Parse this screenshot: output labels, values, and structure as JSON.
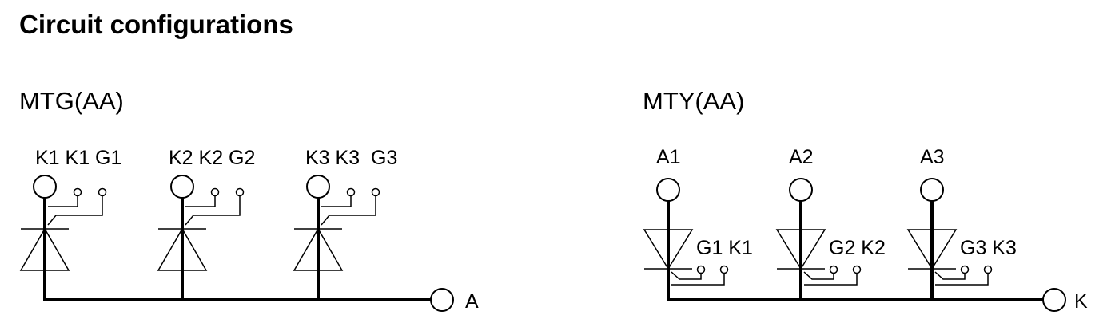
{
  "heading": "Circuit configurations",
  "colors": {
    "ink": "#000000",
    "background": "#ffffff"
  },
  "diagrams": [
    {
      "name": "MTG(AA)",
      "common_terminal": "A",
      "channels": [
        {
          "top_label": "K1 K1 G1"
        },
        {
          "top_label": "K2 K2 G2"
        },
        {
          "top_label": "K3 K3  G3"
        }
      ]
    },
    {
      "name": "MTY(AA)",
      "common_terminal": "K",
      "channels": [
        {
          "top_label": "A1",
          "side_label": "G1 K1"
        },
        {
          "top_label": "A2",
          "side_label": "G2 K2"
        },
        {
          "top_label": "A3",
          "side_label": "G3 K3"
        }
      ]
    }
  ]
}
